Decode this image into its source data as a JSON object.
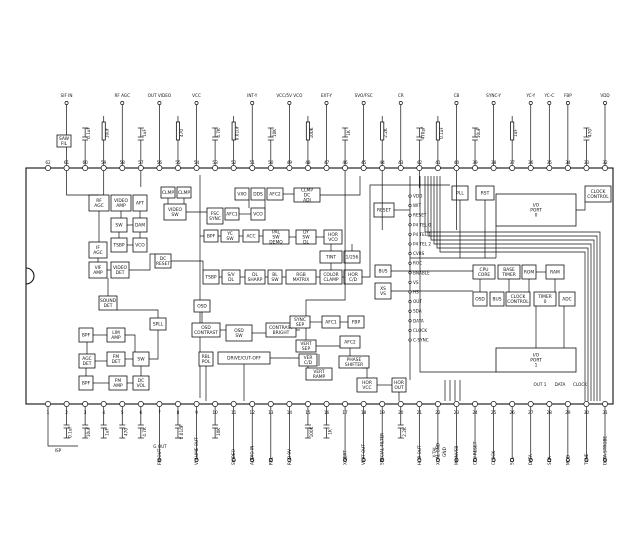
{
  "top_labels": [
    "SIF IN",
    "RF AGC",
    "OUT VIDEO",
    "VCC",
    "INT-Y",
    "VCC/5V VCO",
    "EXT-Y",
    "SVO/FSC",
    "CR",
    "CB",
    "SYNC-Y",
    "YC-Y",
    "YC-C",
    "FBP",
    "VDD"
  ],
  "bottom_labels": [
    "FM OUT",
    "VOLUME OUT",
    "SVIDEO",
    "AUDIO IN",
    "RBL",
    "RGB 9V",
    "X-VERT",
    "VERT OUT",
    "SPECIAL FILTER",
    "HOR OUT",
    "X-TAL GND",
    "MAINVSB",
    "CPU RESET",
    "CLOCK",
    "SCL",
    "DATA",
    "SDA",
    "MOD",
    "TUNE",
    "DATA STROBE",
    "CLOCK STROBE"
  ],
  "block_labels": {
    "saw": "SAW FIL",
    "rf_agc": "RF AGC",
    "video_amp": "VIDEO AMP",
    "afc": "AFT",
    "sw1": "SW",
    "dam": "DAM",
    "tsbp": "TSBP",
    "vco": "VCO",
    "if_agc": "IF AGC",
    "vif_amp": "VIF AMP",
    "video_det": "VIDEO DET",
    "sound_det": "SOUND DET",
    "clmp_a": "CLMP",
    "clmp_b": "CLMP",
    "video_sw": "VIDEO SW",
    "fsc_sync": "FSC SYNC",
    "afc1_top": "AFC1",
    "vxo": "VXO",
    "dds": "DDS",
    "afc2_top": "AFC2",
    "vco_mid": "VCO",
    "clmp_dc": "CLMP DC ADJ",
    "bpf": "BPF",
    "yc_sw": "YC SW",
    "acc": "ACC",
    "pal_sw": "PAL SW DEMO",
    "dy_sw": "DY SW DL",
    "hor_vco": "HOR VCO",
    "dc_reset": "DC RESET",
    "tsbp2": "TSBP",
    "sv_dl": "S/V DL",
    "dl_sharp": "DL SHARP",
    "bl_sw": "BL SW",
    "rgb_matrix": "RGB MATRIX",
    "color_clamp": "COLOR CLAMP",
    "tint": "TINT",
    "one_256": "1/256",
    "hor_cd": "HOR C/D",
    "osd": "OSD",
    "osd_contrast": "OSD CONTRAST",
    "osd_sw": "OSD SW",
    "contrast": "CONTRAST BRIGHT",
    "sync_sep": "SYNC SEP",
    "afc1_mid": "AFC1",
    "fbp": "FBP",
    "vert_sep": "VERT SEP",
    "afc2_mid": "AFC2",
    "phase": "PHASE SHIFTER",
    "bpf1": "BPF",
    "lim_amp": "LIM AMP",
    "sw_l": "SW",
    "spll": "SPLL",
    "agc_det": "AGC DET",
    "fm_det": "FM DET",
    "bpf2": "BPF",
    "fm_amp": "FM AMP",
    "dc_vol": "DC VOL",
    "sw_v": "SW",
    "rbl_pol": "RBL POL",
    "drive": "DRIVE/CUT-OFF",
    "vert_cd": "VER C/D",
    "vert_ramp": "VERT RAMP",
    "hor_vcc": "HOR VCC",
    "hor_out": "HOR OUT",
    "reset_in": "RESET",
    "pll": "PLL",
    "rst": "RST",
    "io_port0": "I/O PORT 0",
    "clock_ctrl": "CLOCK CONTROL",
    "cpu_core": "CPU CORE",
    "wdt_timer": "BASE TIMER",
    "rom": "ROM",
    "ram": "RAM",
    "osd2": "OSD",
    "bus": "BUS",
    "clock_ctrl2": "CLOCK CONTROL",
    "timer": "TIMER 0",
    "adc": "ADC",
    "io_port1": "I/O PORT 1",
    "bus2": "BUS",
    "xs": "XS VS"
  },
  "signal_labels": [
    "VDD",
    "WIT",
    "RESET",
    "P4 TEL 0",
    "P4 TEL 1",
    "P4 TEL 2",
    "CVBS",
    "ROC",
    "BNABLE",
    "VS",
    "HS",
    "OUT",
    "SDA",
    "DATA",
    "CLOCK",
    "C-SYNC",
    "OUT 1",
    "DATA",
    "CLOCK"
  ],
  "misc_labels": [
    "G OUT",
    "ISP",
    "X-TAL",
    "GND",
    "0.1uF",
    "10uF",
    "1uF",
    "470",
    "4.7K",
    "0.01uF",
    "10K",
    "100K",
    "1K",
    "2.2K",
    "470pF"
  ]
}
